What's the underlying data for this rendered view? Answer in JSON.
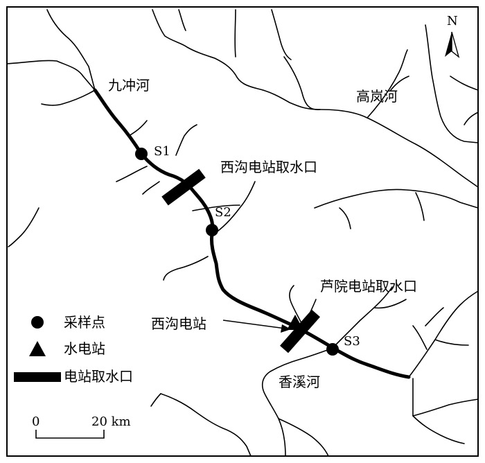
{
  "rivers": {
    "jiuchong": "九冲河",
    "gaolan": "高岚河",
    "xiangxi": "香溪河"
  },
  "sites": [
    {
      "id": "S1"
    },
    {
      "id": "S2"
    },
    {
      "id": "S3"
    }
  ],
  "facilities": {
    "xigou_intake": "西沟电站取水口",
    "xigou_station": "西沟电站",
    "luyuan_intake": "芦院电站取水口"
  },
  "north_arrow": {
    "label": "N"
  },
  "legend": {
    "items": [
      {
        "symbol": "circle",
        "label": "采样点"
      },
      {
        "symbol": "triangle",
        "label": "水电站"
      },
      {
        "symbol": "bar",
        "label": "电站取水口"
      }
    ]
  },
  "scale_bar": {
    "start_label": "0",
    "end_label": "20 km"
  }
}
